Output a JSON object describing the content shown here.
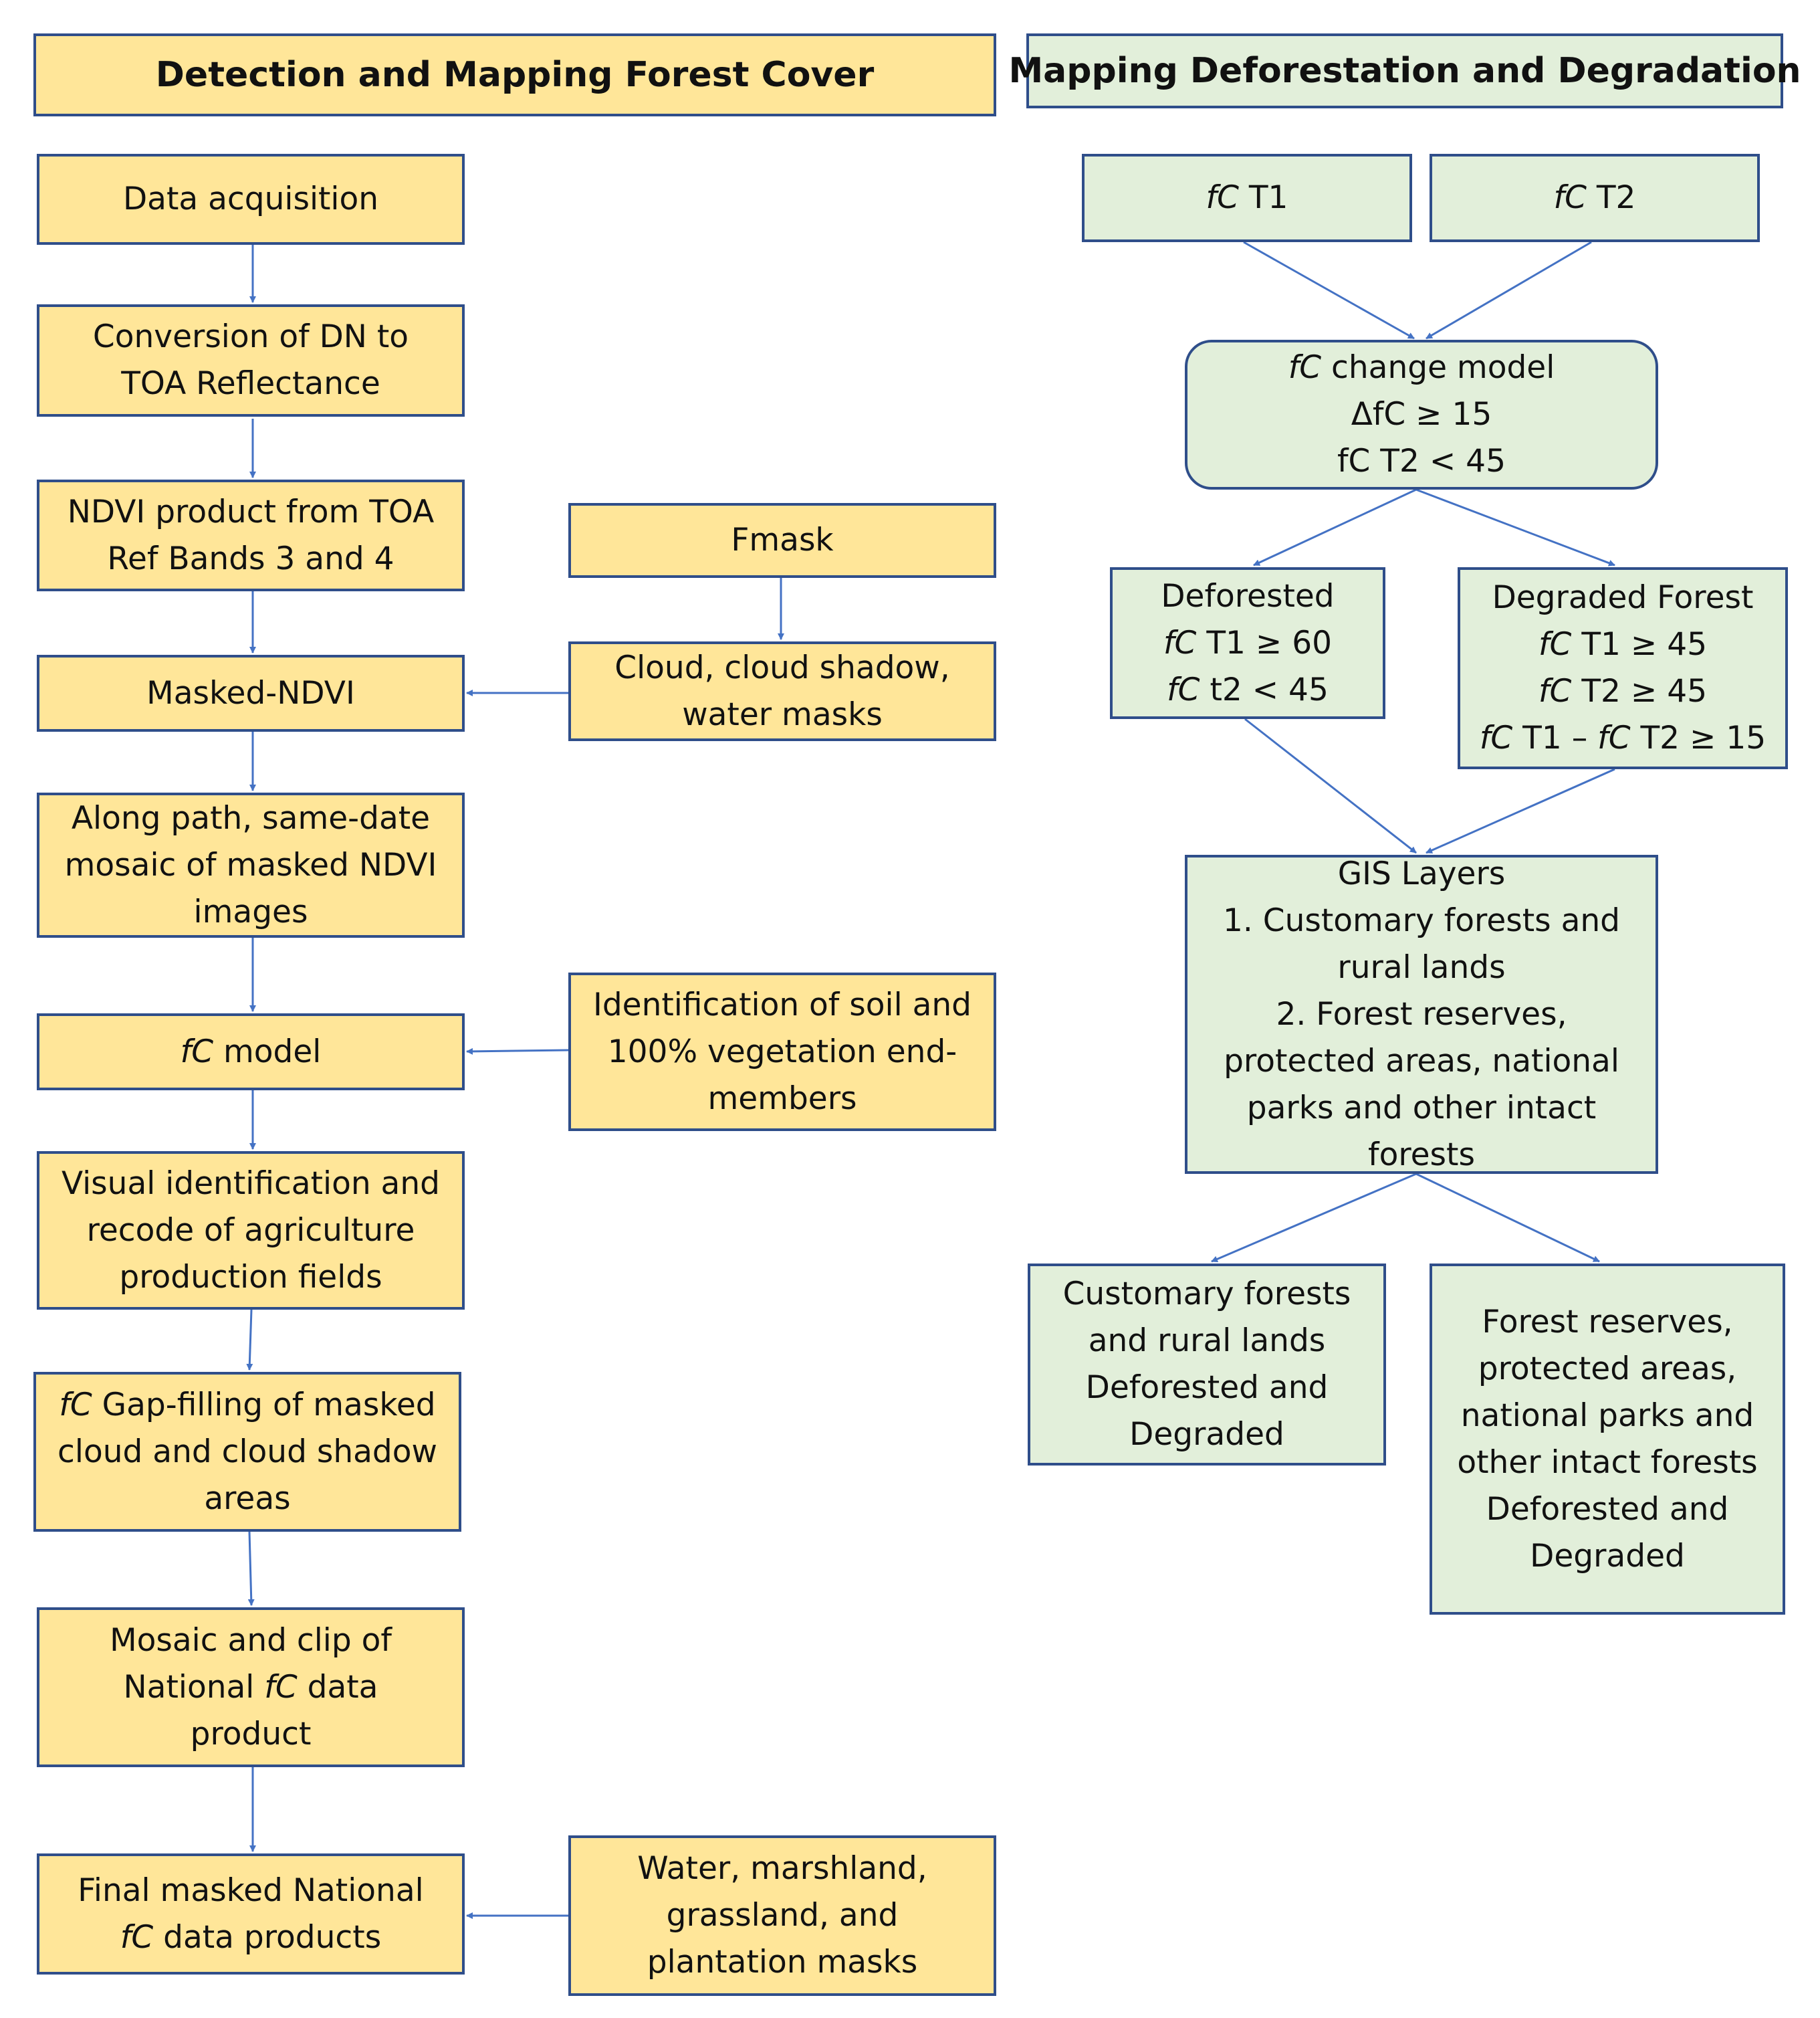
{
  "left": {
    "header": "Detection and Mapping Forest Cover",
    "steps": {
      "data_acquisition": [
        "Data acquisition"
      ],
      "conversion": [
        "Conversion of DN to",
        "TOA Reflectance"
      ],
      "ndvi": [
        "NDVI product from TOA",
        "Ref Bands 3 and 4"
      ],
      "masked_ndvi": [
        "Masked-NDVI"
      ],
      "mosaic_ndvi": [
        "Along path, same-date",
        "mosaic of masked  NDVI",
        "images"
      ],
      "fc_model": [
        "fC",
        " model"
      ],
      "visual_id": [
        "Visual identification and",
        "recode of agriculture",
        "production fields"
      ],
      "gap_fill": [
        "fC",
        " Gap-filling of masked",
        "cloud and cloud shadow",
        "areas"
      ],
      "mosaic_clip": [
        "Mosaic and clip of",
        "National ",
        "fC",
        " data",
        "product"
      ],
      "final": [
        "Final masked National",
        "fC",
        " data products"
      ]
    },
    "inputs": {
      "fmask": [
        "Fmask"
      ],
      "cloud_masks": [
        "Cloud, cloud shadow,",
        "water masks"
      ],
      "endmembers": [
        "Identification of soil and",
        "100% vegetation end-",
        "members"
      ],
      "other_masks": [
        "Water, marshland,",
        "grassland, and",
        "plantation masks"
      ]
    }
  },
  "right": {
    "header": "Mapping Deforestation and Degradation",
    "fc_t1": [
      "fC",
      " T1"
    ],
    "fc_t2": [
      "fC",
      " T2"
    ],
    "change_model": [
      "fC",
      " change model",
      "ΔfC ≥ 15",
      "fC T2 < 45"
    ],
    "deforested": [
      "Deforested",
      "fC",
      " T1 ≥ 60",
      "fC",
      " t2 < 45"
    ],
    "degraded": [
      "Degraded Forest",
      "fC",
      " T1 ≥ 45",
      "fC",
      " T2 ≥ 45",
      "fC",
      " T1 – ",
      "fC",
      " T2 ≥ 15"
    ],
    "gis_layers": [
      "GIS Layers",
      "1. Customary forests and",
      "rural lands",
      "2. Forest reserves,",
      "protected areas, national",
      "parks and other intact",
      "forests"
    ],
    "customary_out": [
      "Customary forests",
      "and rural lands",
      "Deforested and",
      "Degraded"
    ],
    "reserves_out": [
      "Forest reserves,",
      "protected areas,",
      "national parks and",
      "other intact forests",
      "Deforested and",
      "Degraded"
    ]
  },
  "colors": {
    "yellow_fill": "#ffe699",
    "green_fill": "#e2efda",
    "border": "#2f4e8a",
    "arrow": "#4472c4"
  }
}
